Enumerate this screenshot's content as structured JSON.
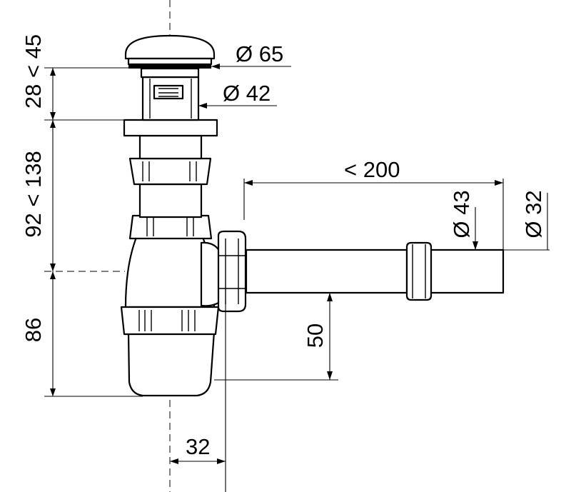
{
  "dimensions": {
    "plug_height": "28 < 45",
    "body_height": "92 < 138",
    "trap_height": "86",
    "plug_diameter": "Ø 65",
    "neck_diameter": "Ø 42",
    "pipe_length": "< 200",
    "pipe_outer_diameter": "Ø 43",
    "pipe_diameter": "Ø 32",
    "outlet_height": "50",
    "axis_offset": "32"
  },
  "colors": {
    "line": "#000000",
    "background": "#ffffff"
  }
}
